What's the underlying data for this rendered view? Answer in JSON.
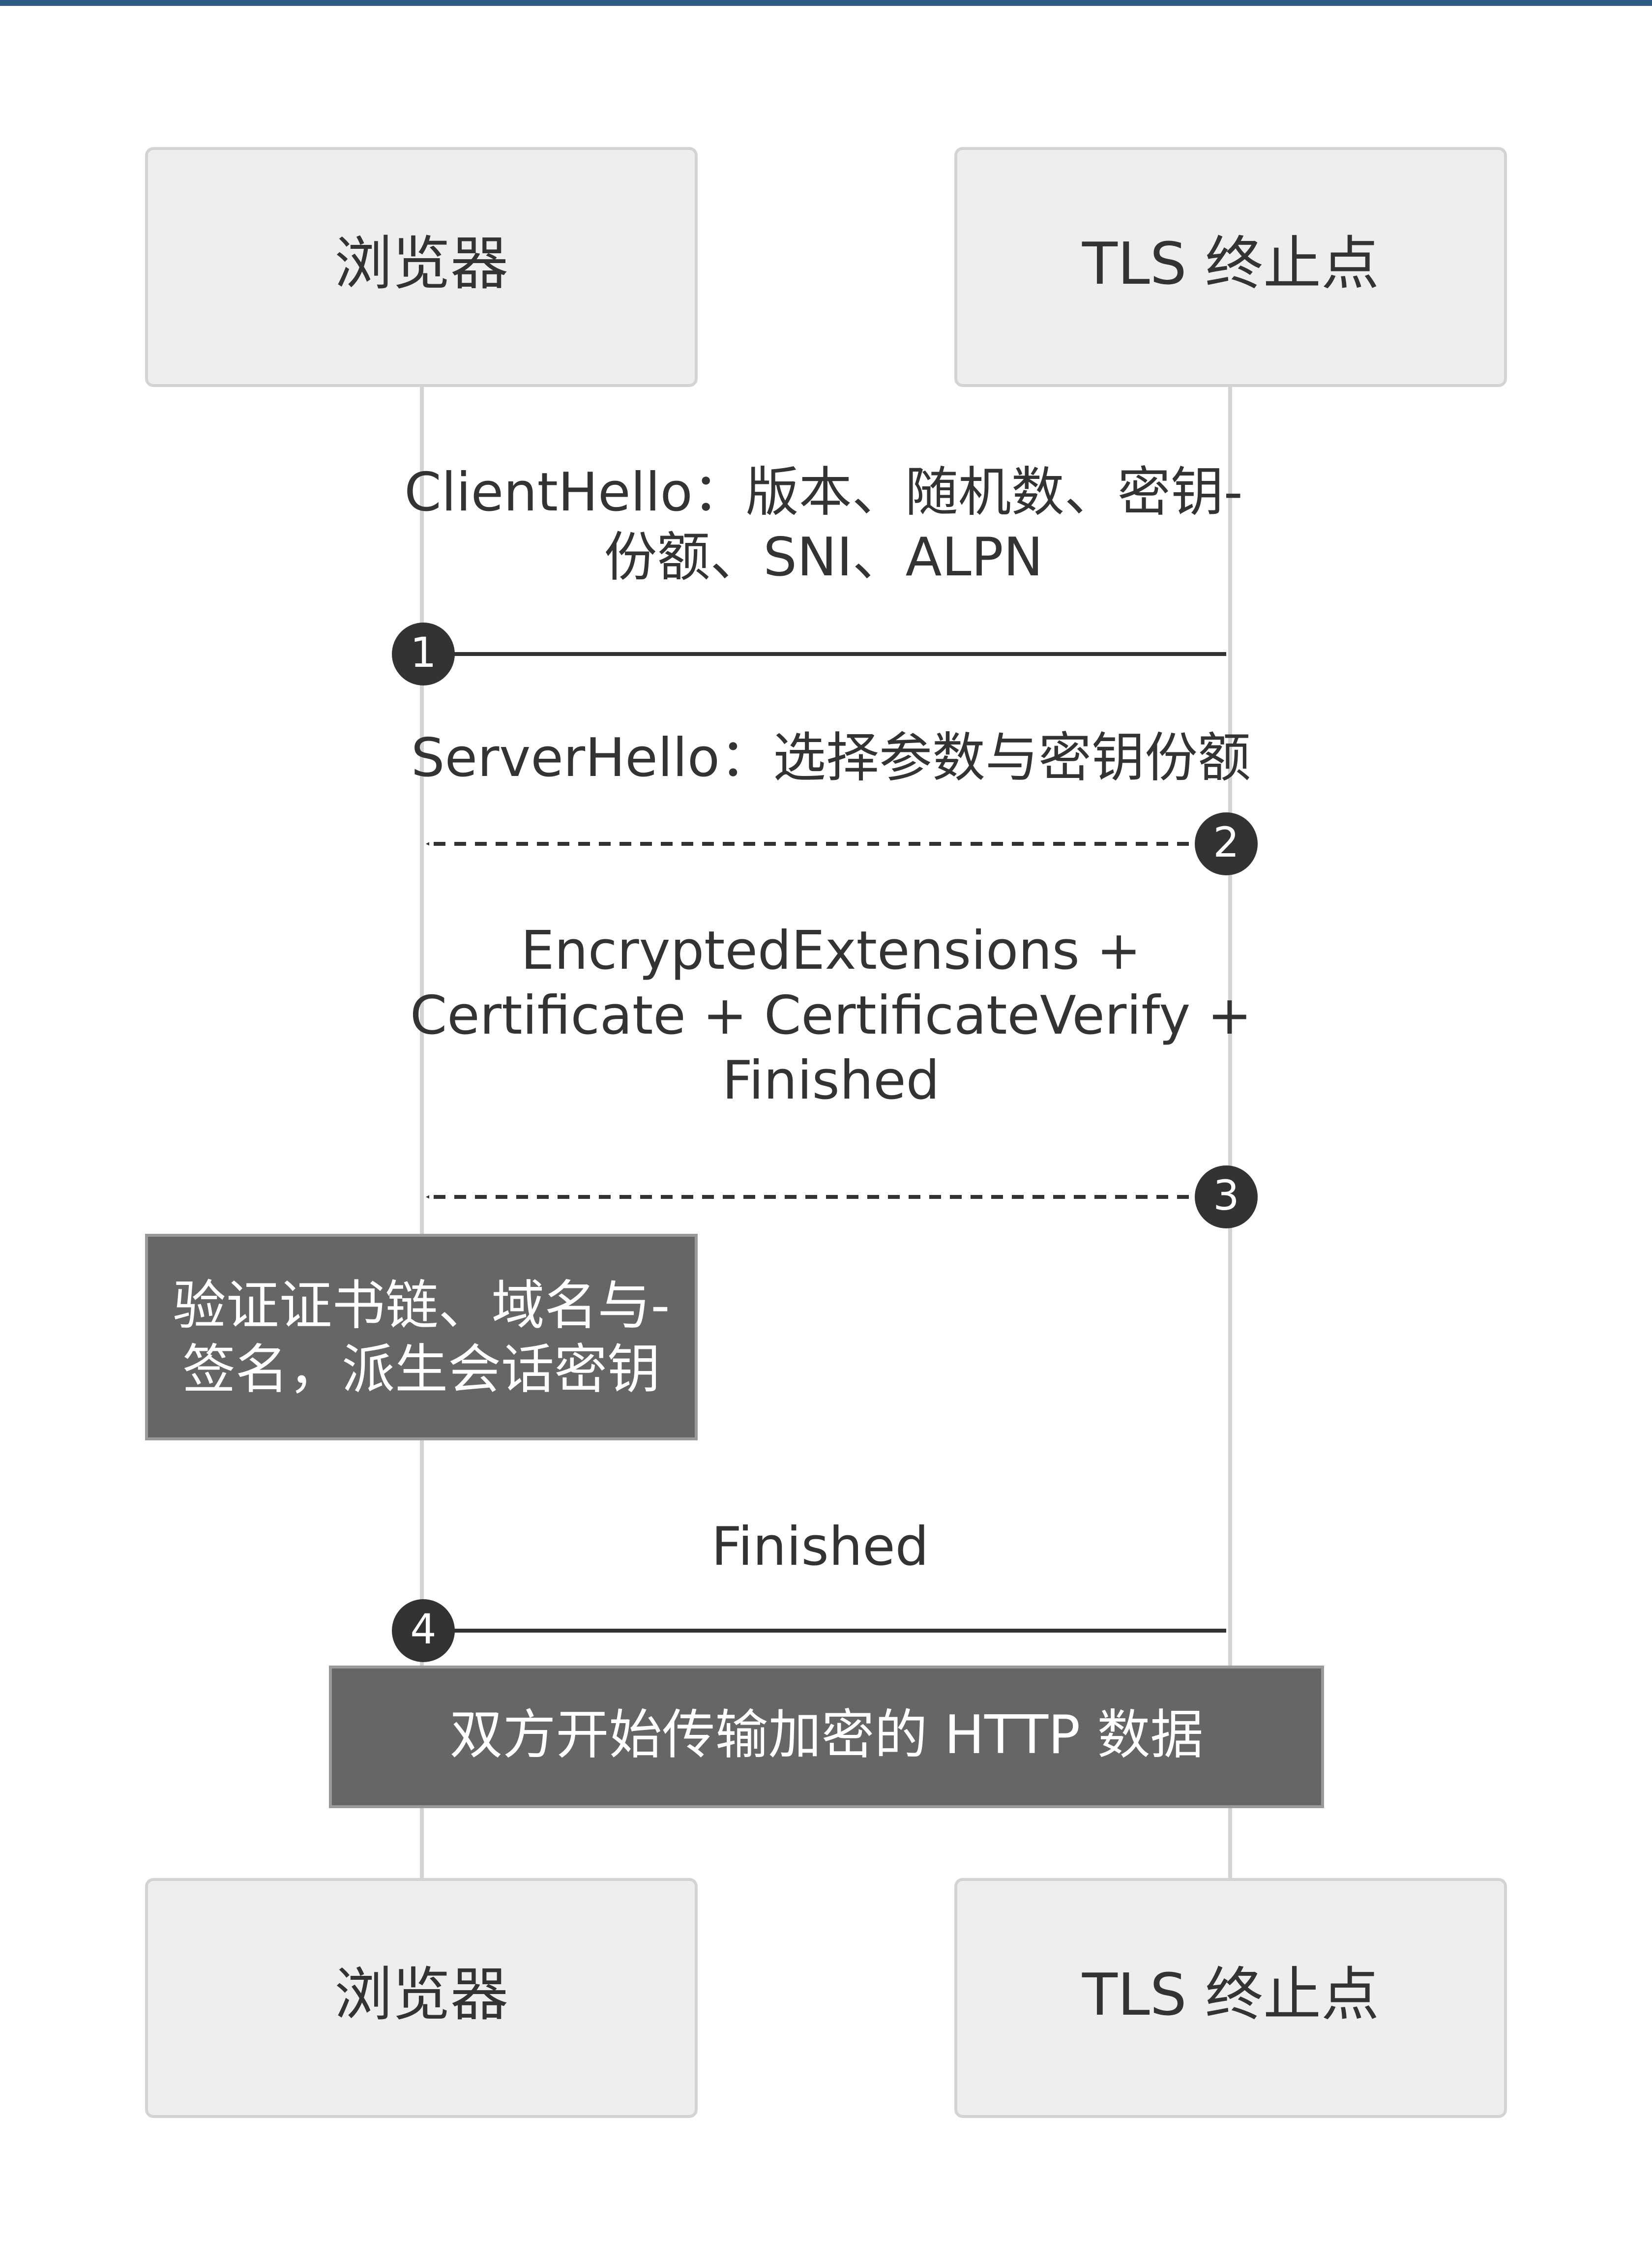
{
  "colors": {
    "top_bar": "#2f5b86",
    "actor_fill": "#eeeeee",
    "actor_stroke": "#d3d3d3",
    "lifeline": "#d3d3d3",
    "arrow": "#333333",
    "note_fill": "#666666",
    "note_stroke": "#999999",
    "note_text": "#ffffff",
    "text": "#333333",
    "badge_fill": "#333333",
    "badge_text": "#ffffff"
  },
  "participants": {
    "browser": {
      "label": "浏览器"
    },
    "tls": {
      "label": "TLS 终止点"
    }
  },
  "messages": [
    {
      "number": "1",
      "from": "browser",
      "to": "tls",
      "style": "solid",
      "lines": [
        "ClientHello：版本、随机数、密钥-",
        "份额、SNI、ALPN"
      ]
    },
    {
      "number": "2",
      "from": "tls",
      "to": "browser",
      "style": "dashed",
      "lines": [
        "ServerHello：选择参数与密钥份额"
      ]
    },
    {
      "number": "3",
      "from": "tls",
      "to": "browser",
      "style": "dashed",
      "lines": [
        "EncryptedExtensions +",
        "Certificate + CertificateVerify +",
        "Finished"
      ]
    },
    {
      "number": "4",
      "from": "browser",
      "to": "tls",
      "style": "solid",
      "lines": [
        "Finished"
      ]
    }
  ],
  "notes": [
    {
      "over": "browser",
      "lines": [
        "验证证书链、域名与-",
        "签名，派生会话密钥"
      ]
    },
    {
      "over": "both",
      "lines": [
        "双方开始传输加密的 HTTP 数据"
      ]
    }
  ]
}
